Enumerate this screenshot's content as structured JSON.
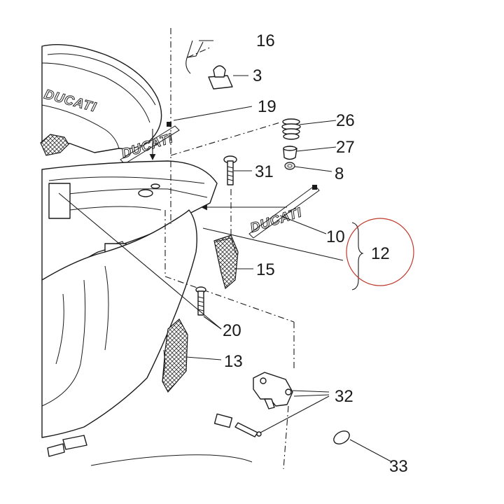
{
  "diagram": {
    "logo_text": "DUCATI",
    "callouts": {
      "c3": "3",
      "c8": "8",
      "c10": "10",
      "c12": "12",
      "c13": "13",
      "c15": "15",
      "c16": "16",
      "c19": "19",
      "c20": "20",
      "c26": "26",
      "c27": "27",
      "c31": "31",
      "c32": "32",
      "c33": "33"
    },
    "highlight_color": "#c0392b",
    "line_color": "#1a1a1a"
  }
}
